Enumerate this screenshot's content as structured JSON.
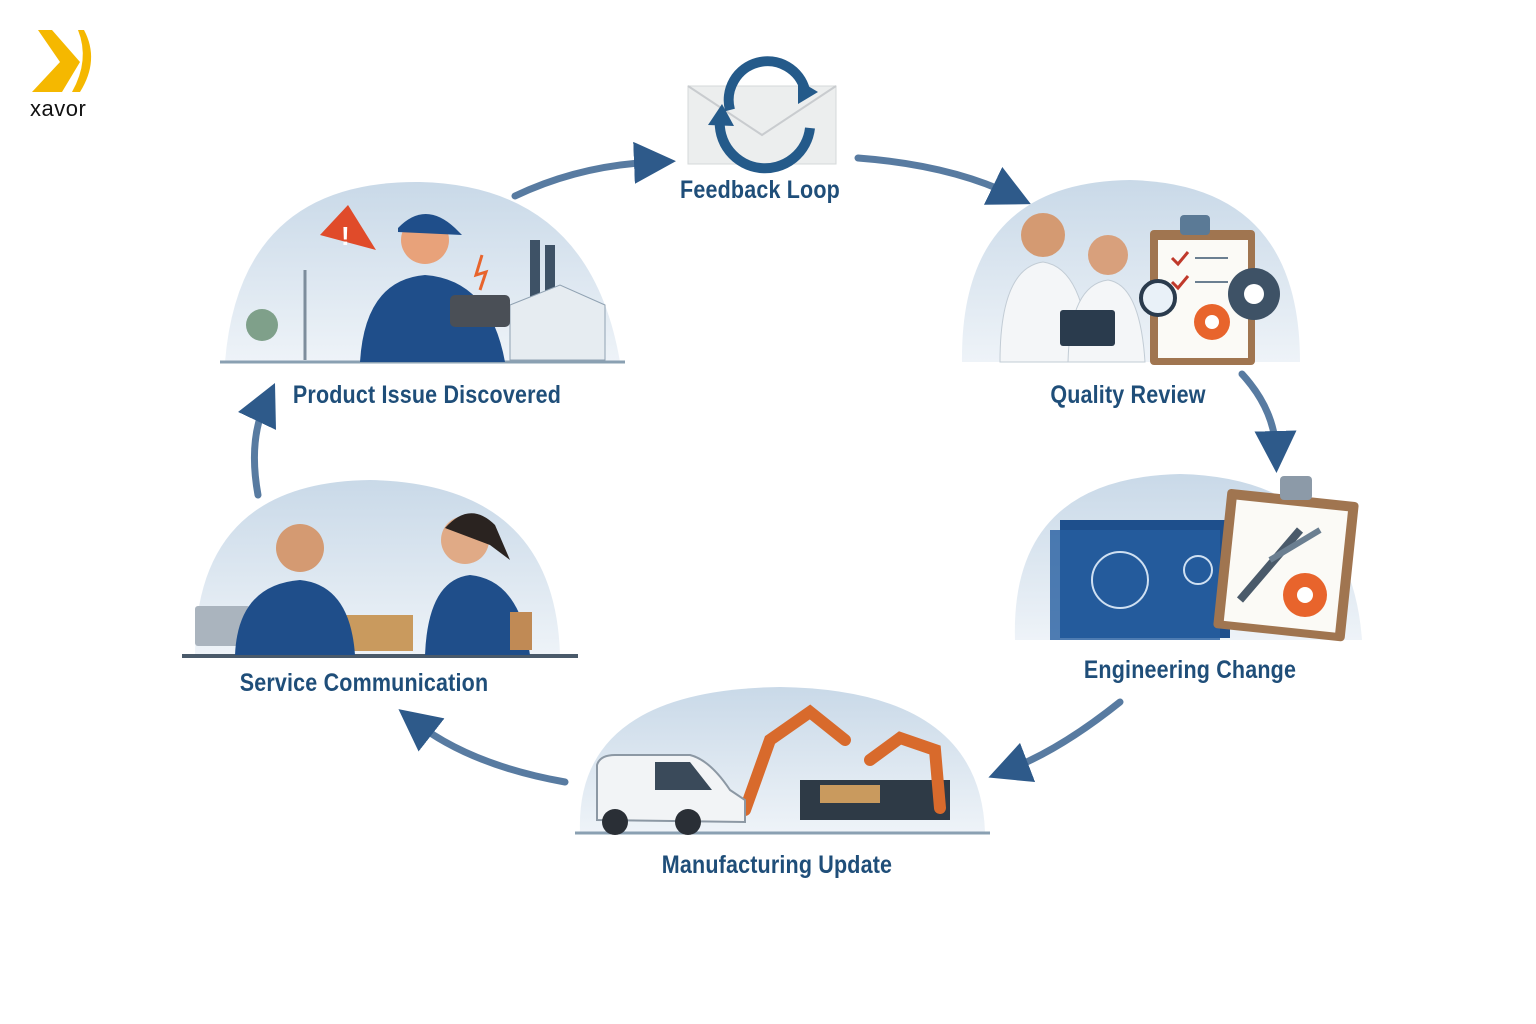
{
  "logo": {
    "text": "xavor",
    "color": "#f5b800"
  },
  "center": {
    "label": "Feedback Loop",
    "icon": "envelope-refresh-icon"
  },
  "stages": [
    {
      "label": "Product Issue Discovered",
      "icon": "technician-warning-illustration"
    },
    {
      "label": "Quality Review",
      "icon": "inspectors-clipboard-illustration"
    },
    {
      "label": "Engineering Change",
      "icon": "blueprint-tools-illustration"
    },
    {
      "label": "Manufacturing Update",
      "icon": "robot-van-illustration"
    },
    {
      "label": "Service Communication",
      "icon": "support-agents-illustration"
    }
  ],
  "colors": {
    "label": "#1f4e79",
    "arrow": "#2e5a8a",
    "accent": "#e8642c",
    "sky": "#dbe6f0"
  }
}
